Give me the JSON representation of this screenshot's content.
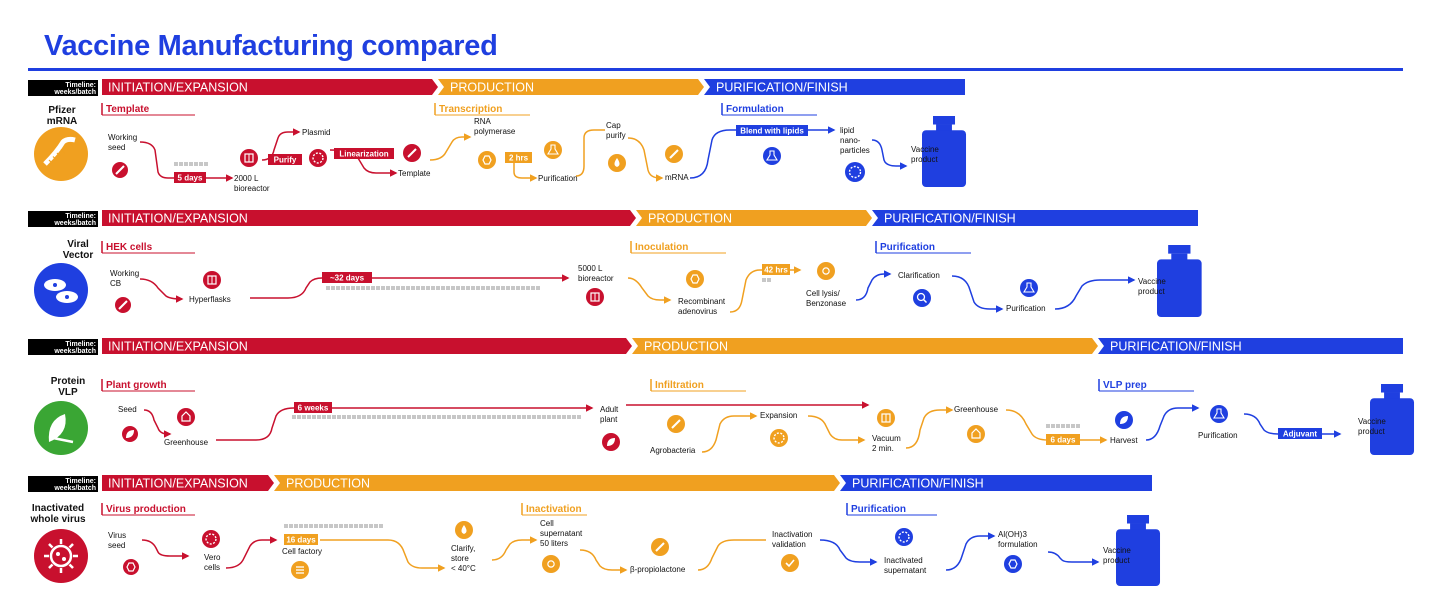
{
  "title": "Vaccine Manufacturing compared",
  "colors": {
    "red": "#c8102e",
    "orange": "#f0a020",
    "blue": "#1f3fe0",
    "gray": "#c7c7c7",
    "black": "#000000"
  },
  "timeline_label": [
    "Timeline:",
    "weeks/batch"
  ],
  "rows": [
    {
      "id": "pfizer-mrna",
      "name": [
        "Pfizer",
        "mRNA"
      ],
      "icon": "mrna-strand-icon",
      "phases": [
        "INITIATION/EXPANSION",
        "PRODUCTION",
        "PURIFICATION/FINISH"
      ],
      "sections": [
        "Template",
        "Transcription",
        "Formulation"
      ],
      "labels": {
        "working_seed": [
          "Working",
          "seed"
        ],
        "bioreactor": [
          "2000 L",
          "bioreactor"
        ],
        "plasmid": "Plasmid",
        "template": "Template",
        "rna_polymerase": [
          "RNA",
          "polymerase"
        ],
        "purification": "Purification",
        "cap_purify": [
          "Cap",
          "purify"
        ],
        "mrna": "mRNA",
        "lipid": [
          "lipid",
          "nano-",
          "particles"
        ],
        "vaccine": [
          "Vaccine",
          "product"
        ]
      },
      "badges": {
        "days": "5 days",
        "purify": "Purify",
        "linearization": "Linearization",
        "hrs": "2 hrs",
        "lipids": "Blend with lipids"
      }
    },
    {
      "id": "viral-vector",
      "name": [
        "Viral",
        "Vector"
      ],
      "icon": "adenovirus-vector-icon",
      "phases": [
        "INITIATION/EXPANSION",
        "PRODUCTION",
        "PURIFICATION/FINISH"
      ],
      "sections": [
        "HEK cells",
        "Inoculation",
        "Purification"
      ],
      "labels": {
        "working_cb": [
          "Working",
          "CB"
        ],
        "hyperflasks": "Hyperflasks",
        "bioreactor": [
          "5000 L",
          "bioreactor"
        ],
        "recombinant": [
          "Recombinant",
          "adenovirus"
        ],
        "cell_lysis": [
          "Cell lysis/",
          "Benzonase"
        ],
        "clarification": "Clarification",
        "purification": "Purification",
        "vaccine": [
          "Vaccine",
          "product"
        ]
      },
      "badges": {
        "days": "~32 days",
        "hrs": "42 hrs"
      }
    },
    {
      "id": "protein-vlp",
      "name": [
        "Protein",
        "VLP"
      ],
      "icon": "plant-leaf-icon",
      "phases": [
        "INITIATION/EXPANSION",
        "PRODUCTION",
        "PURIFICATION/FINISH"
      ],
      "sections": [
        "Plant growth",
        "Infiltration",
        "VLP prep"
      ],
      "labels": {
        "seed": "Seed",
        "greenhouse1": "Greenhouse",
        "adult_plant": [
          "Adult",
          "plant"
        ],
        "agrobacteria": "Agrobacteria",
        "expansion": "Expansion",
        "vacuum": [
          "Vacuum",
          "2 min."
        ],
        "greenhouse2": "Greenhouse",
        "harvest": "Harvest",
        "purification": "Purification",
        "vaccine": [
          "Vaccine",
          "product"
        ]
      },
      "badges": {
        "weeks": "6 weeks",
        "days": "6 days",
        "adjuvant": "Adjuvant"
      }
    },
    {
      "id": "inactivated-virus",
      "name": [
        "Inactivated",
        "whole virus"
      ],
      "icon": "virus-particle-icon",
      "phases": [
        "INITIATION/EXPANSION",
        "PRODUCTION",
        "PURIFICATION/FINISH"
      ],
      "sections": [
        "Virus production",
        "Inactivation",
        "Purification"
      ],
      "labels": {
        "virus_seed": [
          "Virus",
          "seed"
        ],
        "vero": [
          "Vero",
          "cells"
        ],
        "cell_factory": "Cell factory",
        "clarify": [
          "Clarify,",
          "store",
          "< 40°C"
        ],
        "supernatant": [
          "Cell",
          "supernatant",
          "50 liters"
        ],
        "propiolactone": "β-propiolactone",
        "validation": [
          "Inactivation",
          "validation"
        ],
        "inactivated_sup": [
          "Inactivated",
          "supernatant"
        ],
        "aloh3": [
          "Al(OH)3",
          "formulation"
        ],
        "vaccine": [
          "Vaccine",
          "product"
        ]
      },
      "badges": {
        "days": "16 days"
      }
    }
  ]
}
